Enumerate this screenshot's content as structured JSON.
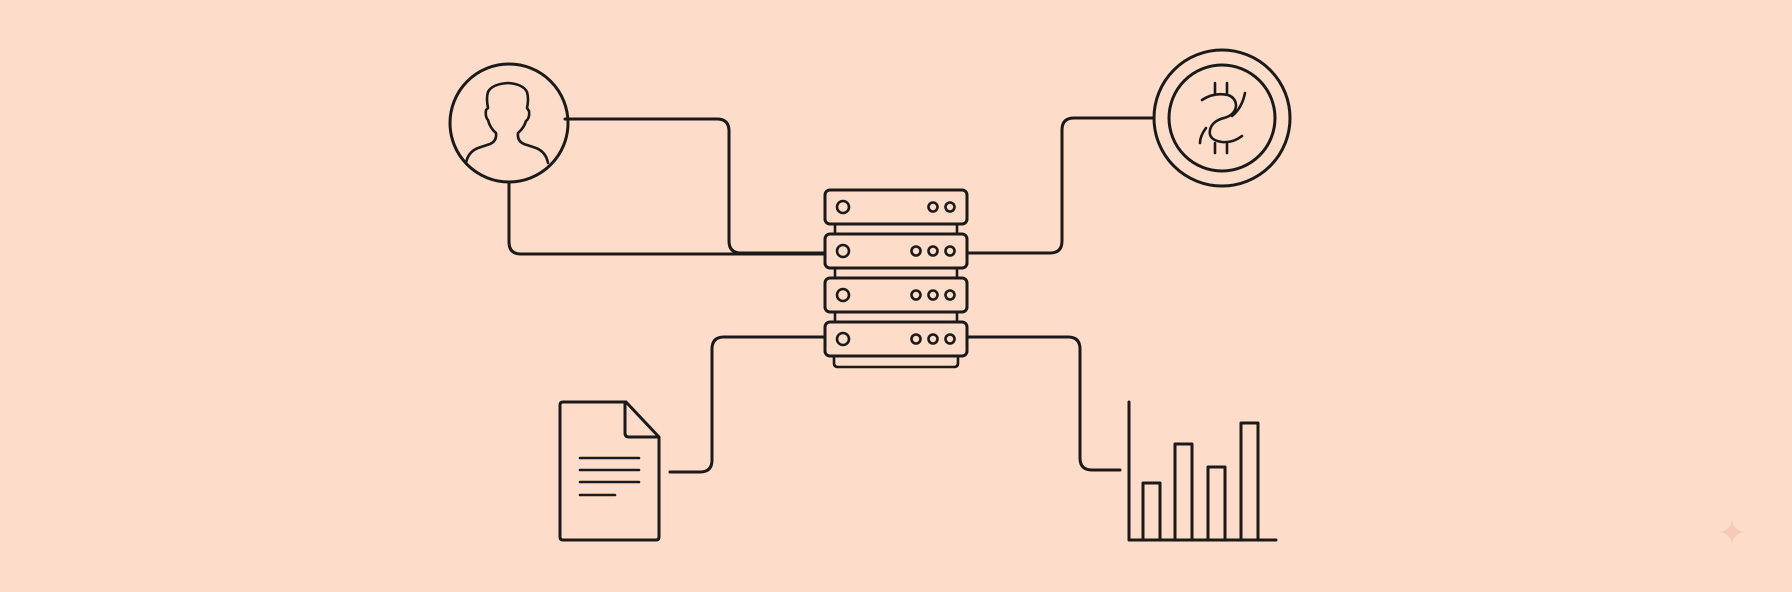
{
  "colors": {
    "background": "#fddcc9",
    "line": "#1c1a19",
    "watermark": "#f5cbb6"
  },
  "nodes": [
    {
      "id": "user",
      "icon": "user-avatar-icon"
    },
    {
      "id": "crypto",
      "icon": "bitcoin-coin-icon"
    },
    {
      "id": "server",
      "icon": "server-rack-icon"
    },
    {
      "id": "document",
      "icon": "document-icon"
    },
    {
      "id": "analytics",
      "icon": "bar-chart-icon"
    }
  ],
  "edges": [
    {
      "from": "user",
      "to": "server"
    },
    {
      "from": "crypto",
      "to": "server"
    },
    {
      "from": "document",
      "to": "server"
    },
    {
      "from": "analytics",
      "to": "server"
    }
  ]
}
